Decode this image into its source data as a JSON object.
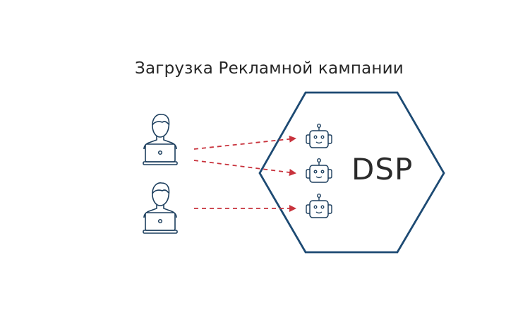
{
  "title": "Загрузка Рекламной кампании",
  "platform": {
    "label": "DSP",
    "shape": "hexagon",
    "stroke_color": "#1d4a73"
  },
  "users": [
    {
      "id": "user-1",
      "icon": "user-laptop-icon"
    },
    {
      "id": "user-2",
      "icon": "user-laptop-icon"
    }
  ],
  "bots": [
    {
      "id": "bot-1",
      "icon": "robot-icon"
    },
    {
      "id": "bot-2",
      "icon": "robot-icon"
    },
    {
      "id": "bot-3",
      "icon": "robot-icon"
    }
  ],
  "connections": [
    {
      "from": "user-1",
      "to": "bot-1",
      "style": "dashed-arrow"
    },
    {
      "from": "user-1",
      "to": "bot-2",
      "style": "dashed-arrow"
    },
    {
      "from": "user-2",
      "to": "bot-3",
      "style": "dashed-arrow"
    }
  ],
  "colors": {
    "icon_stroke": "#1d3f5e",
    "arrow": "#c8323c",
    "text": "#262626"
  }
}
